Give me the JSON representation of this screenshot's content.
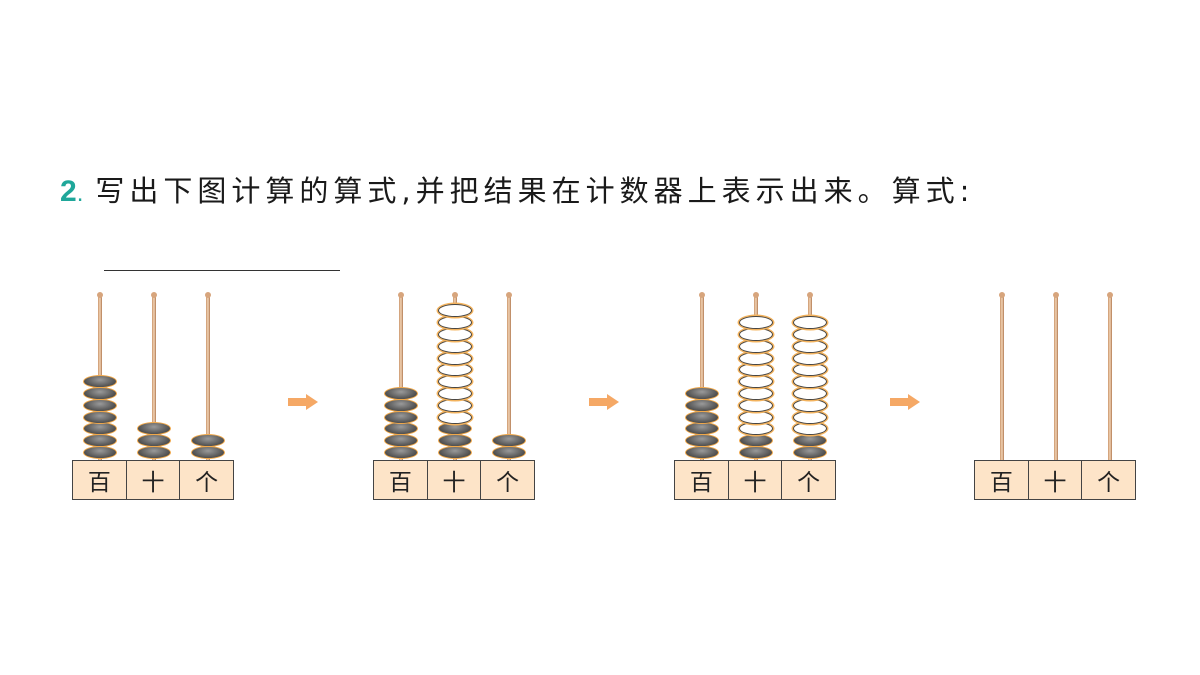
{
  "question": {
    "number": "2",
    "dot": ".",
    "text": "写出下图计算的算式,并把结果在计数器上表示出来。算式:"
  },
  "colors": {
    "accent": "#1fa79a",
    "arrow": "#f5a865",
    "frame": "#fde4c8"
  },
  "abaci": [
    {
      "labels": [
        "百",
        "十",
        "个"
      ],
      "beads": [
        {
          "gray": 7,
          "white": 0
        },
        {
          "gray": 3,
          "white": 0
        },
        {
          "gray": 2,
          "white": 0
        }
      ]
    },
    {
      "labels": [
        "百",
        "十",
        "个"
      ],
      "beads": [
        {
          "gray": 6,
          "white": 0
        },
        {
          "gray": 3,
          "white": 10
        },
        {
          "gray": 2,
          "white": 0
        }
      ]
    },
    {
      "labels": [
        "百",
        "十",
        "个"
      ],
      "beads": [
        {
          "gray": 6,
          "white": 0
        },
        {
          "gray": 2,
          "white": 10
        },
        {
          "gray": 2,
          "white": 10
        }
      ]
    },
    {
      "labels": [
        "百",
        "十",
        "个"
      ],
      "beads": [
        {
          "gray": 0,
          "white": 0
        },
        {
          "gray": 0,
          "white": 0
        },
        {
          "gray": 0,
          "white": 0
        }
      ]
    }
  ],
  "arrows": [
    "right-arrow-icon",
    "right-arrow-icon",
    "right-arrow-icon"
  ]
}
